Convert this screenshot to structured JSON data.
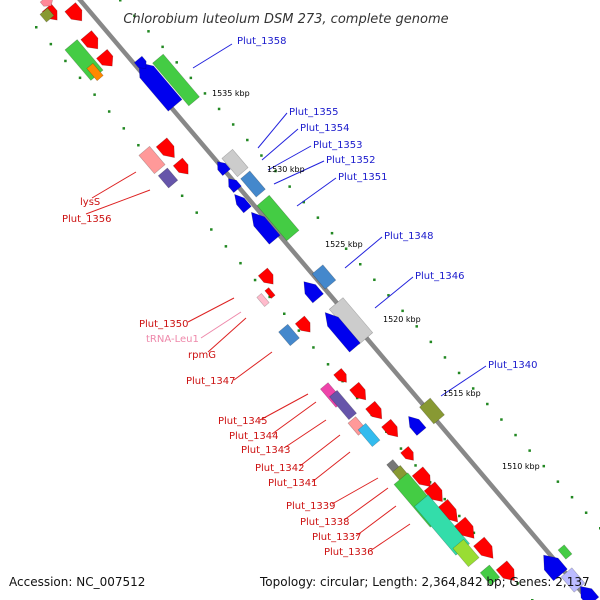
{
  "title": "Chlorobium luteolum DSM 273, complete genome",
  "footer": {
    "accession": "Accession: NC_007512",
    "summary": "Topology: circular; Length: 2,364,842 bp; Genes: 2,137"
  },
  "ticks": [
    "1535 kbp",
    "1530 kbp",
    "1525 kbp",
    "1520 kbp",
    "1515 kbp",
    "1510 kbp"
  ],
  "labels_right": [
    "Plut_1358",
    "Plut_1355",
    "Plut_1354",
    "Plut_1353",
    "Plut_1352",
    "Plut_1351",
    "Plut_1348",
    "Plut_1346",
    "Plut_1340"
  ],
  "labels_left": [
    "lysS",
    "Plut_1356",
    "Plut_1350",
    "tRNA-Leu1",
    "rpmG",
    "Plut_1347",
    "Plut_1345",
    "Plut_1344",
    "Plut_1343",
    "Plut_1342",
    "Plut_1341",
    "Plut_1339",
    "Plut_1338",
    "Plut_1337",
    "Plut_1336"
  ],
  "colors": {
    "forward": "#ff0000",
    "reverse": "#0000ee",
    "rna": "#ff8899",
    "backbone": "#888888",
    "tick_dots": "#228822",
    "green": "#44cc44",
    "olive": "#889933",
    "steel": "#4488cc",
    "silver": "#cccccc",
    "cyan": "#33ddaa",
    "violet": "#6655aa"
  }
}
